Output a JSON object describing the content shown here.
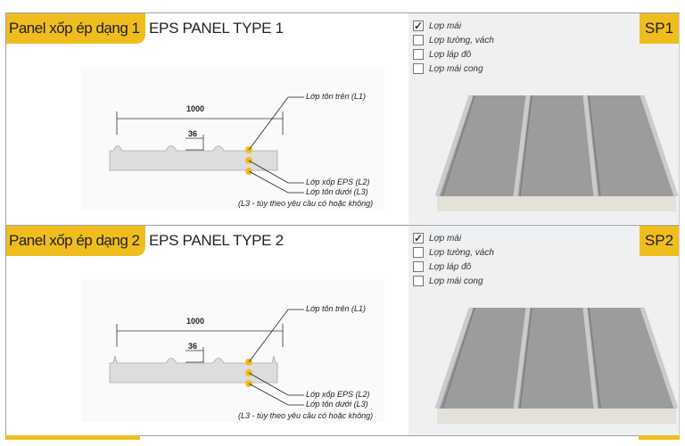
{
  "sections": [
    {
      "tab": "Panel xốp ép dạng 1",
      "title": "EPS PANEL TYPE 1",
      "badge": "SP1",
      "options": [
        {
          "label": "Lợp mái",
          "checked": true
        },
        {
          "label": "Lợp tường, vách",
          "checked": false
        },
        {
          "label": "Lợp láp đô",
          "checked": false
        },
        {
          "label": "Lợp mái cong",
          "checked": false
        }
      ],
      "diagram": {
        "width": "1000",
        "height": "36",
        "l1": "Lớp tôn trên (L1)",
        "l2": "Lớp xốp EPS (L2)",
        "l3": "Lớp tôn dưới (L3)",
        "note": "(L3 - tùy theo yêu cầu có hoặc không)"
      }
    },
    {
      "tab": "Panel xốp ép dạng 2",
      "title": "EPS PANEL TYPE 2",
      "badge": "SP2",
      "options": [
        {
          "label": "Lợp mái",
          "checked": true
        },
        {
          "label": "Lợp tường, vách",
          "checked": false
        },
        {
          "label": "Lợp láp đô",
          "checked": false
        },
        {
          "label": "Lợp mái cong",
          "checked": false
        }
      ],
      "diagram": {
        "width": "1000",
        "height": "36",
        "l1": "Lớp tôn trên (L1)",
        "l2": "Lớp xốp EPS (L2)",
        "l3": "Lớp tôn dưới (L3)",
        "note": "(L3 - tùy theo yêu cầu có hoặc không)"
      }
    }
  ],
  "check_mark": "✓",
  "colors": {
    "accent": "#f0bd1e",
    "panel_bg": "#eef0f2"
  }
}
